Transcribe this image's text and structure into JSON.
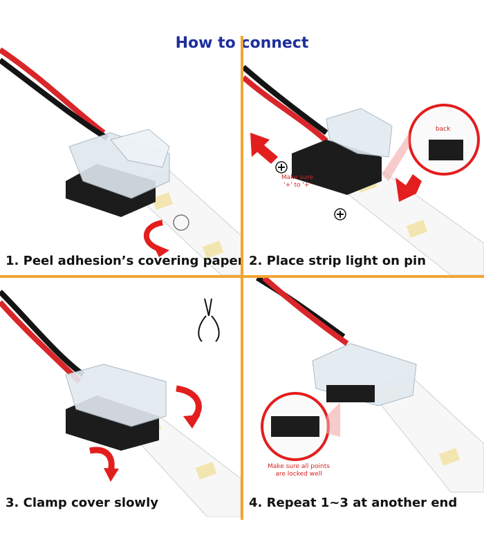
{
  "title": "How to connect",
  "steps": [
    {
      "caption": "1. Peel adhesion’s covering paper"
    },
    {
      "caption": "2. Place strip light on pin",
      "note_line1": "Make sure",
      "note_line2": "'+' to '+'",
      "back_label": "back"
    },
    {
      "caption": "3. Clamp cover slowly"
    },
    {
      "caption": "4. Repeat 1~3 at another end",
      "note_line1": "Make sure all points",
      "note_line2": "are locked well"
    }
  ],
  "colors": {
    "title": "#1e2f9c",
    "divider": "#f3a531",
    "arrow": "#e31e1e",
    "wire_red": "#d9262a",
    "wire_black": "#141414"
  },
  "icons": [
    "pliers-icon",
    "plus-icon",
    "curved-arrow-icon"
  ]
}
